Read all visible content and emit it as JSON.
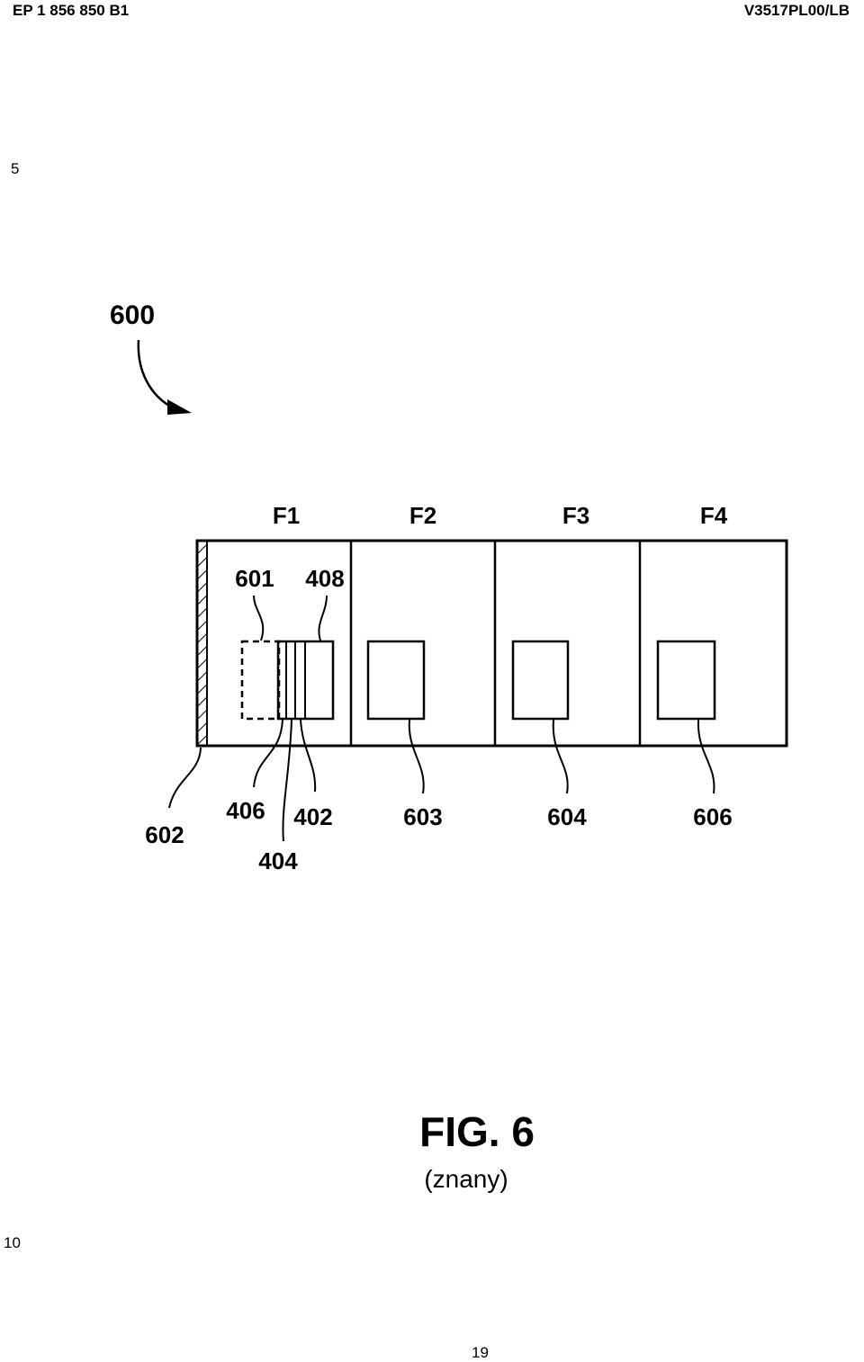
{
  "header": {
    "left": "EP 1 856 850 B1",
    "right": "V3517PL00/LB"
  },
  "line_numbers": {
    "first": "5",
    "second": "10"
  },
  "page_number": "19",
  "figure": {
    "ref_main": "600",
    "frames": [
      "F1",
      "F2",
      "F3",
      "F4"
    ],
    "labels": {
      "l601": "601",
      "l408": "408",
      "l602": "602",
      "l406": "406",
      "l404": "404",
      "l402": "402",
      "l603": "603",
      "l604": "604",
      "l606": "606"
    },
    "title": "FIG. 6",
    "subtitle": "(znany)"
  }
}
